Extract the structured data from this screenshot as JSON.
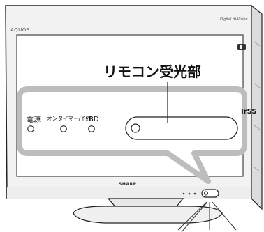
{
  "tv": {
    "brand": "AQUOS",
    "model": "Digital Hi-Vision",
    "maker": "SHARP"
  },
  "callout": {
    "title": "リモコン受光部"
  },
  "indicators": {
    "power": "電源",
    "timer": "オンタイマー/予約",
    "bd": "BD"
  },
  "sensor_label": "IrSS",
  "colors": {
    "outline": "#222222",
    "bezel": "#f2f2f2",
    "screen": "#ffffff",
    "panel_fill": "#ffffff",
    "panel_border": "#bdbdbd"
  }
}
